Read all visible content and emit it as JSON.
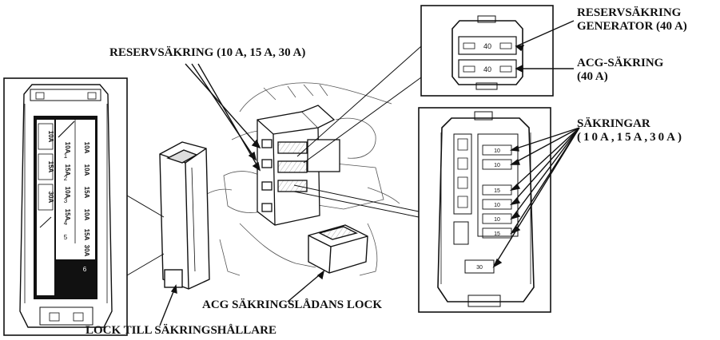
{
  "labels": {
    "spare_fuses": "RESERVSÄKRING (10 A, 15 A, 30 A)",
    "spare_generator_line1": "RESERVSÄKRING",
    "spare_generator_line2": "GENERATOR (40 A)",
    "acg_fuse_line1": "ACG-SÄKRING",
    "acg_fuse_line2": "(40 A)",
    "fuses_line1": "SÄKRINGAR",
    "fuses_line2": "(10A,15A,30A)",
    "acg_box_cover": "ACG SÄKRINGSLÅDANS LOCK",
    "holder_cover": "LOCK TILL SÄKRINGSHÅLLARE"
  },
  "fuse_holder_panel": {
    "spare_column": [
      "10A",
      "15A",
      "30A"
    ],
    "rows": [
      {
        "num": "1",
        "a": "10A",
        "b": "10A"
      },
      {
        "num": "2",
        "a": "10A",
        "b": "15A"
      },
      {
        "num": "3",
        "a": "15A",
        "b": "10A"
      },
      {
        "num": "4",
        "a": "10A",
        "b": "15A"
      },
      {
        "num": "5",
        "a": "15A",
        "b": ""
      },
      {
        "num": "6",
        "a": "30A",
        "b": ""
      }
    ]
  },
  "acg_panel": {
    "fuse_top": "40",
    "fuse_bottom": "40"
  },
  "fuse_block_panel": {
    "fuse_labels": [
      "10",
      "10",
      "15",
      "10",
      "10",
      "15"
    ],
    "bottom_fuse": "30"
  }
}
